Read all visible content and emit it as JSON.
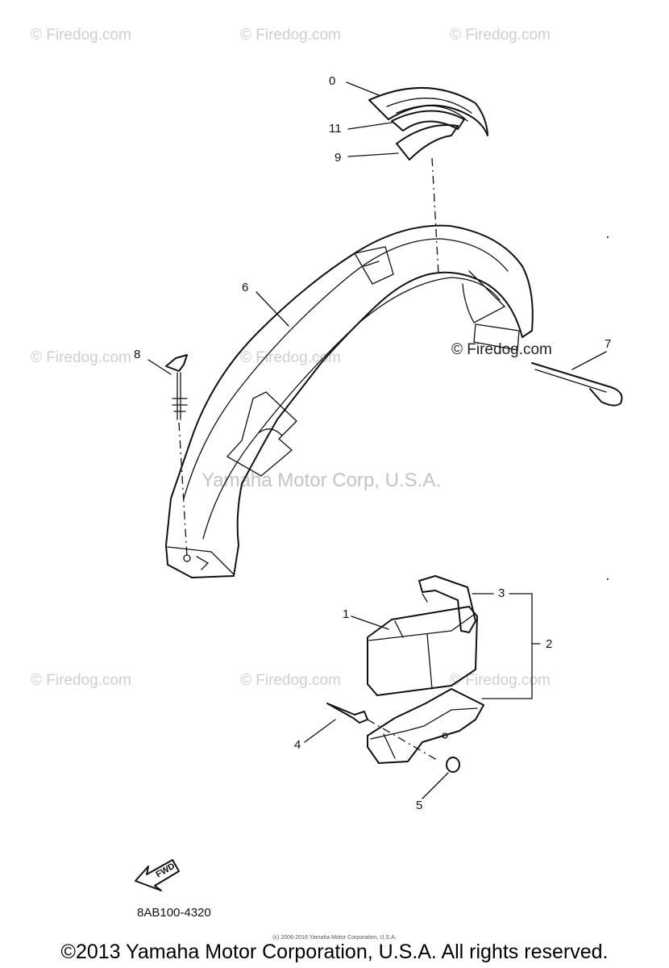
{
  "watermarks": {
    "firedog": "© Firedog.com",
    "firedog_dark": "© Firedog.com",
    "yamaha": "Yamaha Motor Corp, U.S.A."
  },
  "callouts": {
    "c0": "0",
    "c11": "11",
    "c9": "9",
    "c6": "6",
    "c8": "8",
    "c7": "7",
    "c3": "3",
    "c1": "1",
    "c2": "2",
    "c4": "4",
    "c5": "5"
  },
  "fwd_label": "FWD",
  "diagram_code": "8AB100-4320",
  "fine_print": "(c) 2006-2016 Yamaha Motor Corporation, U.S.A.",
  "copyright": "©2013 Yamaha Motor Corporation, U.S.A. All rights reserved."
}
